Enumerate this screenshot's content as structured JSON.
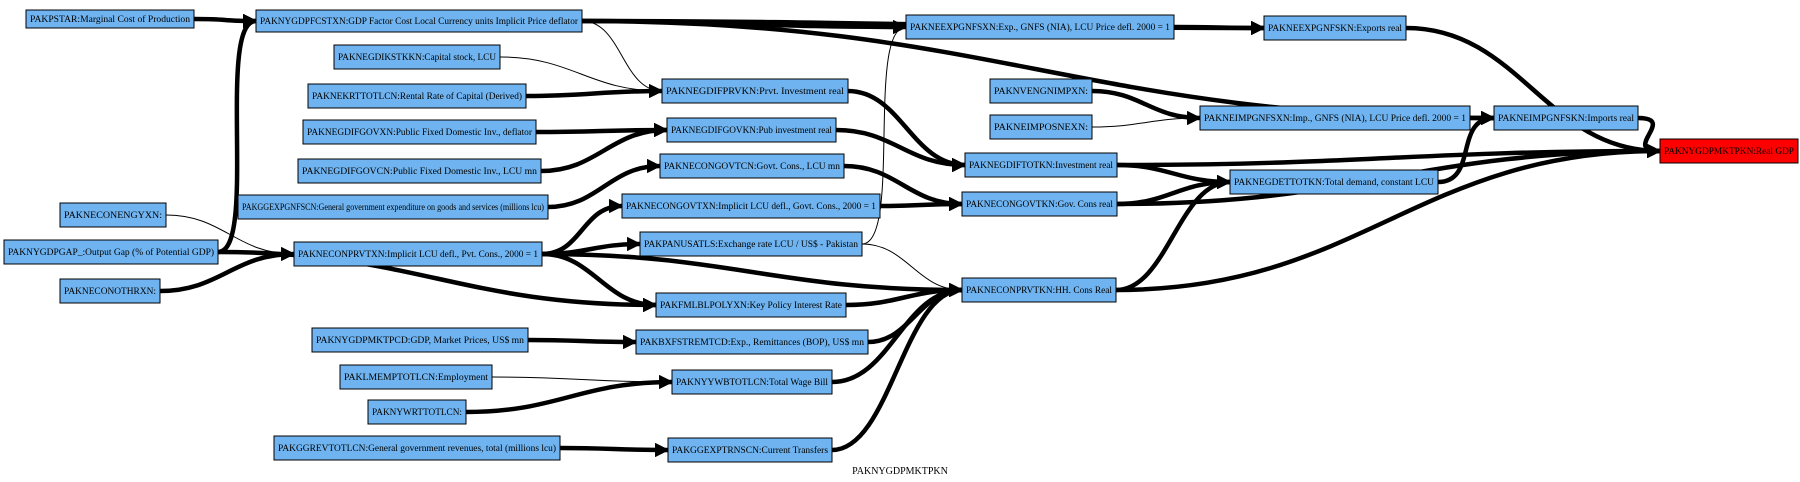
{
  "colors": {
    "node_fill": "#6fb4f0",
    "target_fill": "#ff0000",
    "edge": "#000000",
    "background": "#ffffff"
  },
  "caption": "PAKNYGDPMKTPKN",
  "nodes": [
    {
      "id": "pakpstar",
      "label": "PAKPSTAR:Marginal Cost of Production"
    },
    {
      "id": "paknygdpfcstxn",
      "label": "PAKNYGDPFCSTXN:GDP Factor Cost Local Currency units Implicit Price deflator"
    },
    {
      "id": "pakneexpgnfsxn",
      "label": "PAKNEEXPGNFSXN:Exp., GNFS (NIA), LCU Price defl. 2000 = 1"
    },
    {
      "id": "pakneexpgnfskn",
      "label": "PAKNEEXPGNFSKN:Exports real"
    },
    {
      "id": "paknegdikstkkn",
      "label": "PAKNEGDIKSTKKN:Capital stock, LCU"
    },
    {
      "id": "paknekrttotlcn",
      "label": "PAKNEKRTTOTLCN:Rental Rate of Capital (Derived)"
    },
    {
      "id": "paknegdifprvkn",
      "label": "PAKNEGDIFPRVKN:Prvt. Investment real"
    },
    {
      "id": "paknvengnimpxn",
      "label": "PAKNVENGNIMPXN:"
    },
    {
      "id": "pakneimposnexn",
      "label": "PAKNEIMPOSNEXN:"
    },
    {
      "id": "pakneimpgnfsxn",
      "label": "PAKNEIMPGNFSXN:Imp., GNFS (NIA), LCU Price defl. 2000 = 1"
    },
    {
      "id": "pakneimpgnfskn",
      "label": "PAKNEIMPGNFSKN:Imports real"
    },
    {
      "id": "paknegdifgovxn",
      "label": "PAKNEGDIFGOVXN:Public Fixed Domestic Inv., deflator"
    },
    {
      "id": "paknegdifgovkn",
      "label": "PAKNEGDIFGOVKN:Pub investment real"
    },
    {
      "id": "paknygdpmktpkn",
      "label": "PAKNYGDPMKTPKN:Real GDP"
    },
    {
      "id": "paknegdifgovcn",
      "label": "PAKNEGDIFGOVCN:Public Fixed Domestic Inv., LCU mn"
    },
    {
      "id": "paknegdiftotkn",
      "label": "PAKNEGDIFTOTKN:Investment real"
    },
    {
      "id": "pakneconlgovtcn",
      "label": "PAKNECONGOVTCN:Govt. Cons., LCU mn"
    },
    {
      "id": "paknegdettotkn",
      "label": "PAKNEGDETTOTKN:Total demand, constant LCU"
    },
    {
      "id": "pakggexpgnfscn",
      "label": "PAKGGEXPGNFSCN:General government expenditure on goods and services (millions lcu)"
    },
    {
      "id": "pakneconengyxn",
      "label": "PAKNECONENGYXN:"
    },
    {
      "id": "pakneconlgovtxn",
      "label": "PAKNECONGOVTXN:Implicit LCU defl., Govt. Cons., 2000 = 1"
    },
    {
      "id": "pakneconlgovtkn",
      "label": "PAKNECONGOVTKN:Gov. Cons real"
    },
    {
      "id": "paknygdpgap",
      "label": "PAKNYGDPGAP_:Output Gap (% of Potential GDP)"
    },
    {
      "id": "pakpanusatls",
      "label": "PAKPANUSATLS:Exchange rate LCU / US$ - Pakistan"
    },
    {
      "id": "pakneconprvtxn",
      "label": "PAKNECONPRVTXN:Implicit LCU defl., Pvt. Cons., 2000 = 1"
    },
    {
      "id": "pakneconothrxn",
      "label": "PAKNECONOTHRXN:"
    },
    {
      "id": "pakneconprvtkn",
      "label": "PAKNECONPRVTKN:HH. Cons Real"
    },
    {
      "id": "pakfmlblpolyxn",
      "label": "PAKFMLBLPOLYXN:Key Policy Interest Rate"
    },
    {
      "id": "paknygdpmktpcd",
      "label": "PAKNYGDPMKTPCD:GDP, Market Prices, US$ mn"
    },
    {
      "id": "pakbxfstremtcd",
      "label": "PAKBXFSTREMTCD:Exp., Remittances (BOP), US$ mn"
    },
    {
      "id": "paklmemptotlcn",
      "label": "PAKLMEMPTOTLCN:Employment"
    },
    {
      "id": "paknyywbtotlcn",
      "label": "PAKNYYWBTOTLCN:Total Wage Bill"
    },
    {
      "id": "paknywrttotlcn",
      "label": "PAKNYWRTTOTLCN:"
    },
    {
      "id": "pakggrevtotlcn",
      "label": "PAKGGREVTOTLCN:General government revenues, total (millions lcu)"
    },
    {
      "id": "pakggexptrnscn",
      "label": "PAKGGEXPTRNSCN:Current Transfers"
    }
  ],
  "edges": [
    {
      "from": "pakpstar",
      "to": "paknygdpfcstxn"
    },
    {
      "from": "paknygdpfcstxn",
      "to": "pakneexpgnfsxn"
    },
    {
      "from": "paknygdpfcstxn",
      "to": "pakneexpgnfskn"
    },
    {
      "from": "paknygdpfcstxn",
      "to": "pakneimpgnfskn"
    },
    {
      "from": "paknygdpfcstxn",
      "to": "paknegdifprvkn"
    },
    {
      "from": "pakneexpgnfsxn",
      "to": "pakneexpgnfskn"
    },
    {
      "from": "pakneexpgnfskn",
      "to": "paknygdpmktpkn"
    },
    {
      "from": "paknegdikstkkn",
      "to": "paknegdifprvkn"
    },
    {
      "from": "paknekrttotlcn",
      "to": "paknegdifprvkn"
    },
    {
      "from": "paknegdifprvkn",
      "to": "paknegdiftotkn"
    },
    {
      "from": "paknvengnimpxn",
      "to": "pakneimpgnfsxn"
    },
    {
      "from": "pakneimposnexn",
      "to": "pakneimpgnfsxn"
    },
    {
      "from": "pakneimpgnfsxn",
      "to": "pakneimpgnfskn"
    },
    {
      "from": "pakneimpgnfskn",
      "to": "paknygdpmktpkn"
    },
    {
      "from": "paknegdifgovxn",
      "to": "paknegdifgovkn"
    },
    {
      "from": "paknegdifgovcn",
      "to": "paknegdifgovkn"
    },
    {
      "from": "paknegdifgovkn",
      "to": "paknegdiftotkn"
    },
    {
      "from": "paknegdiftotkn",
      "to": "paknygdpmktpkn"
    },
    {
      "from": "paknegdiftotkn",
      "to": "paknegdettotkn"
    },
    {
      "from": "paknegdettotkn",
      "to": "pakneimpgnfskn"
    },
    {
      "from": "pakggexpgnfscn",
      "to": "pakneconlgovtcn"
    },
    {
      "from": "pakneconlgovtcn",
      "to": "pakneconlgovtkn"
    },
    {
      "from": "pakneconlgovtxn",
      "to": "pakneconlgovtkn"
    },
    {
      "from": "pakneconlgovtkn",
      "to": "paknygdpmktpkn"
    },
    {
      "from": "pakneconlgovtkn",
      "to": "paknegdettotkn"
    },
    {
      "from": "pakneconengyxn",
      "to": "pakneconprvtxn"
    },
    {
      "from": "paknygdpgap",
      "to": "paknygdpfcstxn"
    },
    {
      "from": "paknygdpgap",
      "to": "pakfmlblpolyxn"
    },
    {
      "from": "pakneconothrxn",
      "to": "pakneconprvtxn"
    },
    {
      "from": "pakneconprvtxn",
      "to": "pakneconlgovtxn"
    },
    {
      "from": "pakneconprvtxn",
      "to": "pakpanusatls"
    },
    {
      "from": "pakneconprvtxn",
      "to": "pakneconprvtkn"
    },
    {
      "from": "pakneconprvtxn",
      "to": "pakfmlblpolyxn"
    },
    {
      "from": "pakpanusatls",
      "to": "pakneexpgnfsxn"
    },
    {
      "from": "pakpanusatls",
      "to": "pakneconprvtkn"
    },
    {
      "from": "pakfmlblpolyxn",
      "to": "pakneconprvtkn"
    },
    {
      "from": "pakneconprvtkn",
      "to": "paknygdpmktpkn"
    },
    {
      "from": "pakneconprvtkn",
      "to": "paknegdettotkn"
    },
    {
      "from": "paknygdpmktpcd",
      "to": "pakbxfstremtcd"
    },
    {
      "from": "pakbxfstremtcd",
      "to": "pakneconprvtkn"
    },
    {
      "from": "paklmemptotlcn",
      "to": "paknyywbtotlcn"
    },
    {
      "from": "paknywrttotlcn",
      "to": "paknyywbtotlcn"
    },
    {
      "from": "paknyywbtotlcn",
      "to": "pakneconprvtkn"
    },
    {
      "from": "pakggrevtotlcn",
      "to": "pakggexptrnscn"
    },
    {
      "from": "pakggexptrnscn",
      "to": "pakneconprvtkn"
    }
  ]
}
